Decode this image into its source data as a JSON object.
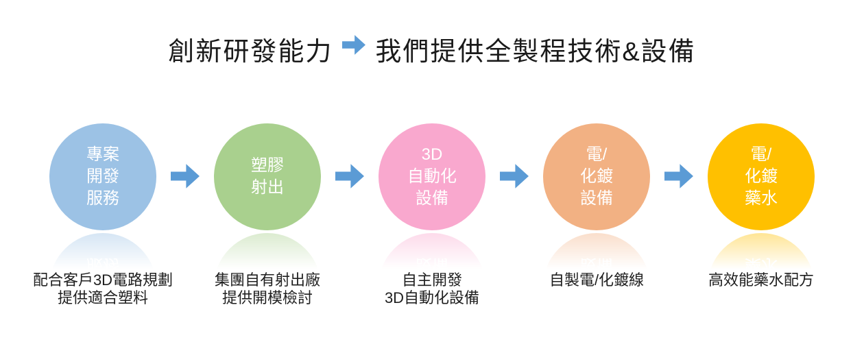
{
  "header": {
    "title_left": "創新研發能力",
    "title_right": "我們提供全製程技術&設備"
  },
  "colors": {
    "arrow_blue": "#5B9BD5",
    "title_text": "#1A1A1A",
    "caption_text": "#1F1F1F",
    "circle_text": "#FFFFFF",
    "background": "#FFFFFF"
  },
  "stages": [
    {
      "circle_text": "專案\n開發\n服務",
      "color": "#9CC2E5",
      "caption": "配合客戶3D電路規劃\n提供適合塑料"
    },
    {
      "circle_text": "塑膠\n射出",
      "color": "#A9D08E",
      "caption": "集團自有射出廠\n提供開模檢討"
    },
    {
      "circle_text": "3D\n自動化\n設備",
      "color": "#F9A8CE",
      "caption": "自主開發\n3D自動化設備"
    },
    {
      "circle_text": "電/\n化鍍\n設備",
      "color": "#F2B183",
      "caption": "自製電/化鍍線"
    },
    {
      "circle_text": "電/\n化鍍\n藥水",
      "color": "#FFC000",
      "caption": "高效能藥水配方"
    }
  ]
}
